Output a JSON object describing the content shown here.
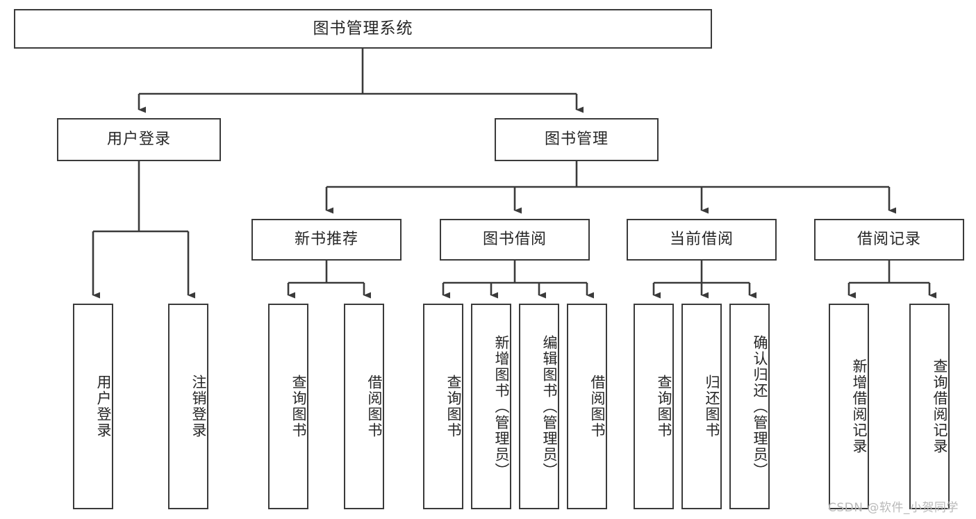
{
  "diagram": {
    "title": "图书管理系统",
    "type": "functional-structure-tree",
    "root": {
      "label": "图书管理系统"
    },
    "level2": [
      {
        "label": "用户登录"
      },
      {
        "label": "图书管理"
      }
    ],
    "level3": [
      {
        "label": "新书推荐"
      },
      {
        "label": "图书借阅"
      },
      {
        "label": "当前借阅"
      },
      {
        "label": "借阅记录"
      }
    ],
    "leaves": {
      "user_login": [
        {
          "label": "用户登录"
        },
        {
          "label": "注销登录"
        }
      ],
      "new_book_recommend": [
        {
          "label": "查询图书"
        },
        {
          "label": "借阅图书"
        }
      ],
      "book_borrow": [
        {
          "label": "查询图书"
        },
        {
          "label": "新增图书（管理员）"
        },
        {
          "label": "编辑图书（管理员）"
        },
        {
          "label": "借阅图书"
        }
      ],
      "current_borrow": [
        {
          "label": "查询图书"
        },
        {
          "label": "归还图书"
        },
        {
          "label": "确认归还（管理员）"
        }
      ],
      "borrow_record": [
        {
          "label": "新增借阅记录"
        },
        {
          "label": "查询借阅记录"
        }
      ]
    }
  },
  "watermark": {
    "text": "CSDN @软件_小贺同学"
  },
  "style": {
    "box_border": "#3a3a3a",
    "box_fill": "#ffffff",
    "connector": "#3a3a3a",
    "text": "#262626",
    "watermark": "#b9b9b9"
  }
}
